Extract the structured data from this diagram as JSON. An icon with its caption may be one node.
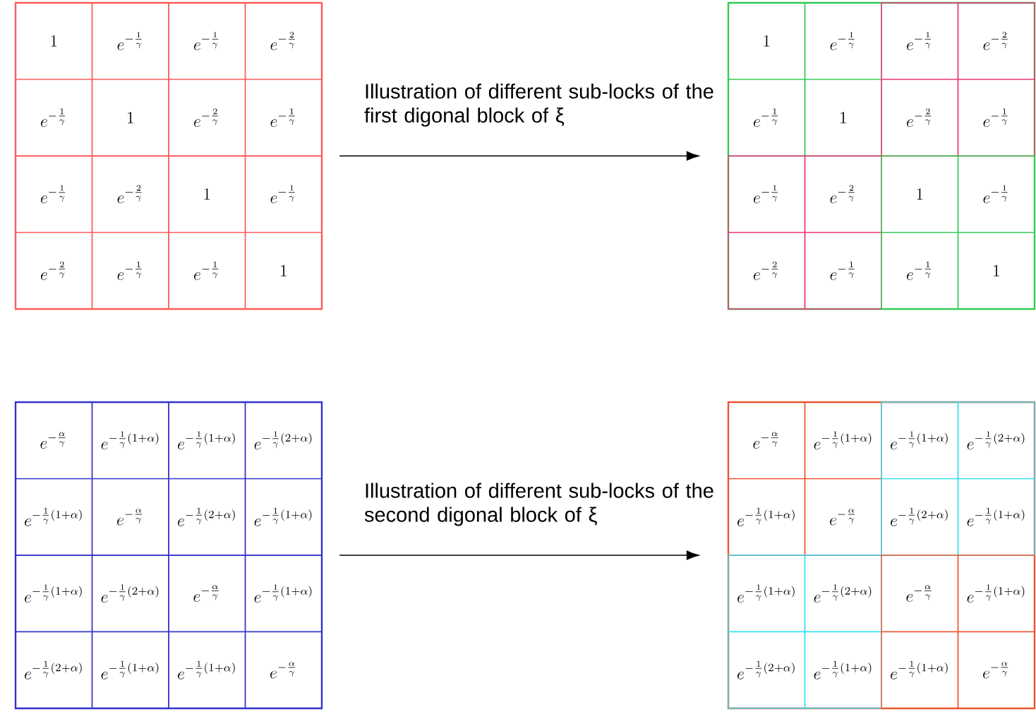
{
  "diagram": {
    "nodes": [
      {
        "text": [],
        "shape": "box"
      },
      {
        "text": [
          "1"
        ],
        "in": 0
      },
      {
        "text": [
          "e^{-\\frac{1}{\\gamma}}"
        ],
        "in": 0
      },
      {
        "text": [
          "e^{-\\frac{1}{\\gamma}}"
        ],
        "in": 0
      },
      {
        "text": [
          "e^{-\\frac{2}{\\gamma}}"
        ],
        "in": 0
      },
      {
        "text": [
          "e^{-\\frac{1}{\\gamma}}"
        ],
        "in": 0
      },
      {
        "text": [
          "1"
        ],
        "in": 0
      },
      {
        "text": [
          "e^{-\\frac{2}{\\gamma}}"
        ],
        "in": 0
      },
      {
        "text": [
          "e^{-\\frac{1}{\\gamma}}"
        ],
        "in": 0
      },
      {
        "text": [
          "e^{-\\frac{1}{\\gamma}}"
        ],
        "in": 0
      },
      {
        "text": [
          "e^{-\\frac{2}{\\gamma}}"
        ],
        "in": 0
      },
      {
        "text": [
          "1"
        ],
        "in": 0
      },
      {
        "text": [
          "e^{-\\frac{1}{\\gamma}}"
        ],
        "in": 0
      },
      {
        "text": [
          "e^{-\\frac{2}{\\gamma}}"
        ],
        "in": 0
      },
      {
        "text": [
          "e^{-\\frac{1}{\\gamma}}"
        ],
        "in": 0
      },
      {
        "text": [
          "e^{-\\frac{1}{\\gamma}}"
        ],
        "in": 0
      },
      {
        "text": [
          "1"
        ],
        "in": 0
      },
      {
        "text": [],
        "shape": "box"
      },
      {
        "text": [
          "1"
        ],
        "in": 17
      },
      {
        "text": [
          "e^{-\\frac{1}{\\gamma}}"
        ],
        "in": 17
      },
      {
        "text": [
          "e^{-\\frac{1}{\\gamma}}"
        ],
        "in": 17
      },
      {
        "text": [
          "e^{-\\frac{2}{\\gamma}}"
        ],
        "in": 17
      },
      {
        "text": [
          "e^{-\\frac{1}{\\gamma}}"
        ],
        "in": 17
      },
      {
        "text": [
          "1"
        ],
        "in": 17
      },
      {
        "text": [
          "e^{-\\frac{2}{\\gamma}}"
        ],
        "in": 17
      },
      {
        "text": [
          "e^{-\\frac{1}{\\gamma}}"
        ],
        "in": 17
      },
      {
        "text": [
          "e^{-\\frac{1}{\\gamma}}"
        ],
        "in": 17
      },
      {
        "text": [
          "e^{-\\frac{2}{\\gamma}}"
        ],
        "in": 17
      },
      {
        "text": [
          "1"
        ],
        "in": 17
      },
      {
        "text": [
          "e^{-\\frac{1}{\\gamma}}"
        ],
        "in": 17
      },
      {
        "text": [
          "e^{-\\frac{2}{\\gamma}}"
        ],
        "in": 17
      },
      {
        "text": [
          "e^{-\\frac{1}{\\gamma}}"
        ],
        "in": 17
      },
      {
        "text": [
          "e^{-\\frac{1}{\\gamma}}"
        ],
        "in": 17
      },
      {
        "text": [
          "1"
        ],
        "in": 17
      },
      {
        "text": [],
        "shape": "box"
      },
      {
        "text": [
          "e^{-\\frac{\\alpha}{\\gamma}}"
        ],
        "in": 34
      },
      {
        "text": [
          "e^{-\\frac{1}{\\gamma}(1+\\alpha)}"
        ],
        "in": 34
      },
      {
        "text": [
          "e^{-\\frac{1}{\\gamma}(1+\\alpha)}"
        ],
        "in": 34
      },
      {
        "text": [
          "e^{-\\frac{1}{\\gamma}(2+\\alpha)}"
        ],
        "in": 34
      },
      {
        "text": [
          "e^{-\\frac{1}{\\gamma}(1+\\alpha)}"
        ],
        "in": 34
      },
      {
        "text": [
          "e^{-\\frac{\\alpha}{\\gamma}}"
        ],
        "in": 34
      },
      {
        "text": [
          "e^{-\\frac{1}{\\gamma}(2+\\alpha)}"
        ],
        "in": 34
      },
      {
        "text": [
          "e^{-\\frac{1}{\\gamma}(1+\\alpha)}"
        ],
        "in": 34
      },
      {
        "text": [
          "e^{-\\frac{1}{\\gamma}(1+\\alpha)}"
        ],
        "in": 34
      },
      {
        "text": [
          "e^{-\\frac{1}{\\gamma}(2+\\alpha)}"
        ],
        "in": 34
      },
      {
        "text": [
          "e^{-\\frac{\\alpha}{\\gamma}}"
        ],
        "in": 34
      },
      {
        "text": [
          "e^{-\\frac{1}{\\gamma}(1+\\alpha)}"
        ],
        "in": 34
      },
      {
        "text": [
          "e^{-\\frac{1}{\\gamma}(2+\\alpha)}"
        ],
        "in": 34
      },
      {
        "text": [
          "e^{-\\frac{1}{\\gamma}(1+\\alpha)}"
        ],
        "in": 34
      },
      {
        "text": [
          "e^{-\\frac{1}{\\gamma}(1+\\alpha)}"
        ],
        "in": 34
      },
      {
        "text": [
          "e^{-\\frac{\\alpha}{\\gamma}}"
        ],
        "in": 34
      },
      {
        "text": [],
        "shape": "box"
      },
      {
        "text": [
          "e^{-\\frac{\\alpha}{\\gamma}}"
        ],
        "in": 51
      },
      {
        "text": [
          "e^{-\\frac{1}{\\gamma}(1+\\alpha)}"
        ],
        "in": 51
      },
      {
        "text": [
          "e^{-\\frac{1}{\\gamma}(1+\\alpha)}"
        ],
        "in": 51
      },
      {
        "text": [
          "e^{-\\frac{1}{\\gamma}(2+\\alpha)}"
        ],
        "in": 51
      },
      {
        "text": [
          "e^{-\\frac{1}{\\gamma}(1+\\alpha)}"
        ],
        "in": 51
      },
      {
        "text": [
          "e^{-\\frac{\\alpha}{\\gamma}}"
        ],
        "in": 51
      },
      {
        "text": [
          "e^{-\\frac{1}{\\gamma}(2+\\alpha)}"
        ],
        "in": 51
      },
      {
        "text": [
          "e^{-\\frac{1}{\\gamma}(1+\\alpha)}"
        ],
        "in": 51
      },
      {
        "text": [
          "e^{-\\frac{1}{\\gamma}(1+\\alpha)}"
        ],
        "in": 51
      },
      {
        "text": [
          "e^{-\\frac{1}{\\gamma}(2+\\alpha)}"
        ],
        "in": 51
      },
      {
        "text": [
          "e^{-\\frac{\\alpha}{\\gamma}}"
        ],
        "in": 51
      },
      {
        "text": [
          "e^{-\\frac{1}{\\gamma}(1+\\alpha)}"
        ],
        "in": 51
      },
      {
        "text": [
          "e^{-\\frac{1}{\\gamma}(2+\\alpha)}"
        ],
        "in": 51
      },
      {
        "text": [
          "e^{-\\frac{1}{\\gamma}(1+\\alpha)}"
        ],
        "in": 51
      },
      {
        "text": [
          "e^{-\\frac{1}{\\gamma}(1+\\alpha)}"
        ],
        "in": 51
      },
      {
        "text": [
          "e^{-\\frac{\\alpha}{\\gamma}}"
        ],
        "in": 51
      }
    ],
    "edges": [
      {
        "from": 0,
        "to": 17,
        "arrow": "to",
        "label": "Illustration of different sub-locks of the first digonal block of ξ"
      },
      {
        "from": 34,
        "to": 51,
        "arrow": "to",
        "label": "Illustration of different sub-locks of the second digonal block of ξ"
      }
    ]
  }
}
